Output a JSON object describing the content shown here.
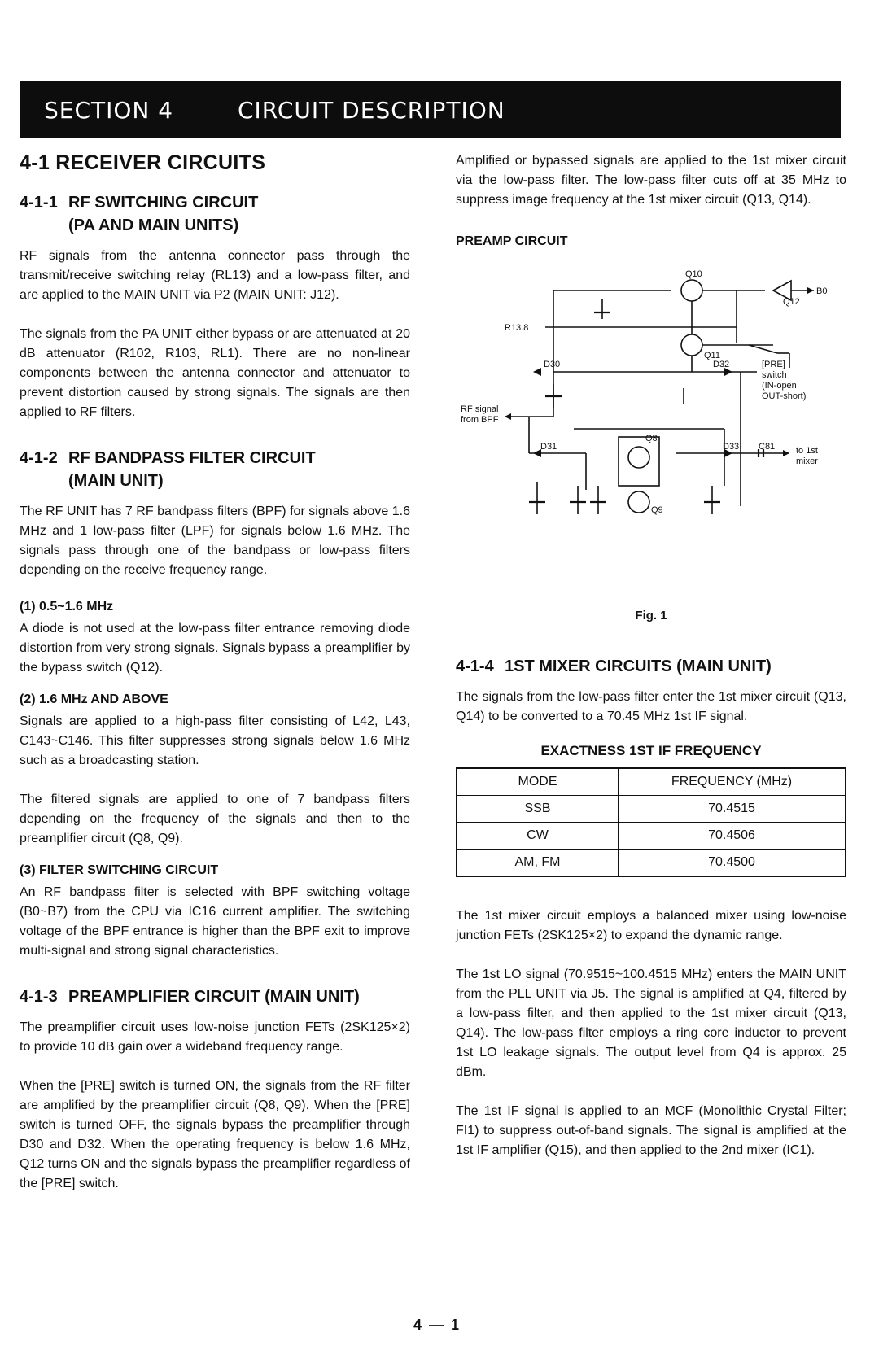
{
  "banner": {
    "section": "SECTION 4",
    "title": "CIRCUIT DESCRIPTION"
  },
  "s41": {
    "heading": "4-1 RECEIVER CIRCUITS"
  },
  "s411": {
    "num": "4-1-1",
    "title": "RF SWITCHING CIRCUIT",
    "subtitle": "(PA AND MAIN UNITS)",
    "p1": "RF signals from the antenna connector pass through the transmit/receive switching relay (RL13) and a low-pass filter, and are applied to the MAIN UNIT via P2 (MAIN UNIT: J12).",
    "p2": "The signals from the PA UNIT either bypass or are attenuated at 20 dB attenuator (R102, R103, RL1). There are no non-linear components between the antenna connector and attenuator to prevent distortion caused by strong signals. The signals are then applied to RF filters."
  },
  "s412": {
    "num": "4-1-2",
    "title": "RF BANDPASS FILTER CIRCUIT",
    "subtitle": "(MAIN UNIT)",
    "p1": "The RF UNIT has 7 RF bandpass filters (BPF) for signals above 1.6 MHz and 1 low-pass filter (LPF) for signals below 1.6 MHz. The signals pass through one of the bandpass or low-pass filters depending on the receive frequency range.",
    "h1": "(1) 0.5~1.6 MHz",
    "p2": "A diode is not used at the low-pass filter entrance removing diode distortion from very strong signals. Signals bypass a preamplifier by the bypass switch (Q12).",
    "h2": "(2) 1.6 MHz AND ABOVE",
    "p3": "Signals are applied to a high-pass filter consisting of L42, L43, C143~C146. This filter suppresses strong signals below 1.6 MHz such as a broadcasting station.",
    "p4": "The filtered signals are applied to one of 7 bandpass filters depending on the frequency of the signals and then to the preamplifier circuit (Q8, Q9).",
    "h3": "(3) FILTER SWITCHING CIRCUIT",
    "p5": "An RF bandpass filter is selected with BPF switching voltage (B0~B7) from the CPU via IC16 current amplifier. The switching voltage of the BPF entrance is higher than the BPF exit to improve multi-signal and strong signal characteristics."
  },
  "s413": {
    "num": "4-1-3",
    "title": "PREAMPLIFIER CIRCUIT (MAIN UNIT)",
    "p1": "The preamplifier circuit uses low-noise junction FETs (2SK125×2) to provide 10 dB gain over a wideband frequency range.",
    "p2": "When the [PRE] switch is turned ON, the signals from the RF filter are amplified by the preamplifier circuit (Q8, Q9). When the [PRE] switch is turned OFF, the signals bypass the preamplifier through D30 and D32. When the operating frequency is below 1.6 MHz, Q12 turns ON and the signals bypass the preamplifier regardless of the [PRE] switch."
  },
  "right": {
    "p0": "Amplified or bypassed signals are applied to the 1st mixer circuit via the low-pass filter. The low-pass filter cuts off at 35 MHz to suppress image frequency at the 1st mixer circuit (Q13, Q14).",
    "preamp_heading": "PREAMP CIRCUIT",
    "fig_caption": "Fig. 1",
    "fig_labels": {
      "q10": "Q10",
      "q11": "Q11",
      "q12": "Q12",
      "q8": "Q8",
      "q9": "Q9",
      "b0": "B0",
      "r138": "R13.8",
      "d30": "D30",
      "d31": "D31",
      "d32": "D32",
      "d33": "D33",
      "c81": "C81",
      "rf1": "RF signal",
      "rf2": "from BPF",
      "pre1": "[PRE]",
      "pre2": "switch",
      "pre3": "(IN-open",
      "pre4": "OUT-short)",
      "mix1": "to 1st",
      "mix2": "mixer"
    }
  },
  "s414": {
    "num": "4-1-4",
    "title": "1ST MIXER CIRCUITS (MAIN UNIT)",
    "p1": "The signals from the low-pass filter enter the 1st mixer circuit (Q13, Q14) to be converted to a 70.45 MHz 1st IF signal.",
    "table_title": "EXACTNESS 1ST IF FREQUENCY",
    "table": {
      "headers": [
        "MODE",
        "FREQUENCY (MHz)"
      ],
      "rows": [
        [
          "SSB",
          "70.4515"
        ],
        [
          "CW",
          "70.4506"
        ],
        [
          "AM, FM",
          "70.4500"
        ]
      ]
    },
    "p2": "The 1st mixer circuit employs a balanced mixer using low-noise junction FETs (2SK125×2) to expand the dynamic range.",
    "p3": "The 1st LO signal (70.9515~100.4515 MHz) enters the MAIN UNIT from the PLL UNIT via J5. The signal is amplified at Q4, filtered by a low-pass filter, and then applied to the 1st mixer circuit (Q13, Q14). The low-pass filter employs a ring core inductor to prevent 1st LO leakage signals. The output level from Q4 is approx. 25 dBm.",
    "p4": "The 1st IF signal is applied to an MCF (Monolithic Crystal Filter; FI1) to suppress out-of-band signals. The signal is amplified at the 1st IF amplifier (Q15), and then applied to the 2nd mixer (IC1)."
  },
  "page_number": "4 — 1"
}
